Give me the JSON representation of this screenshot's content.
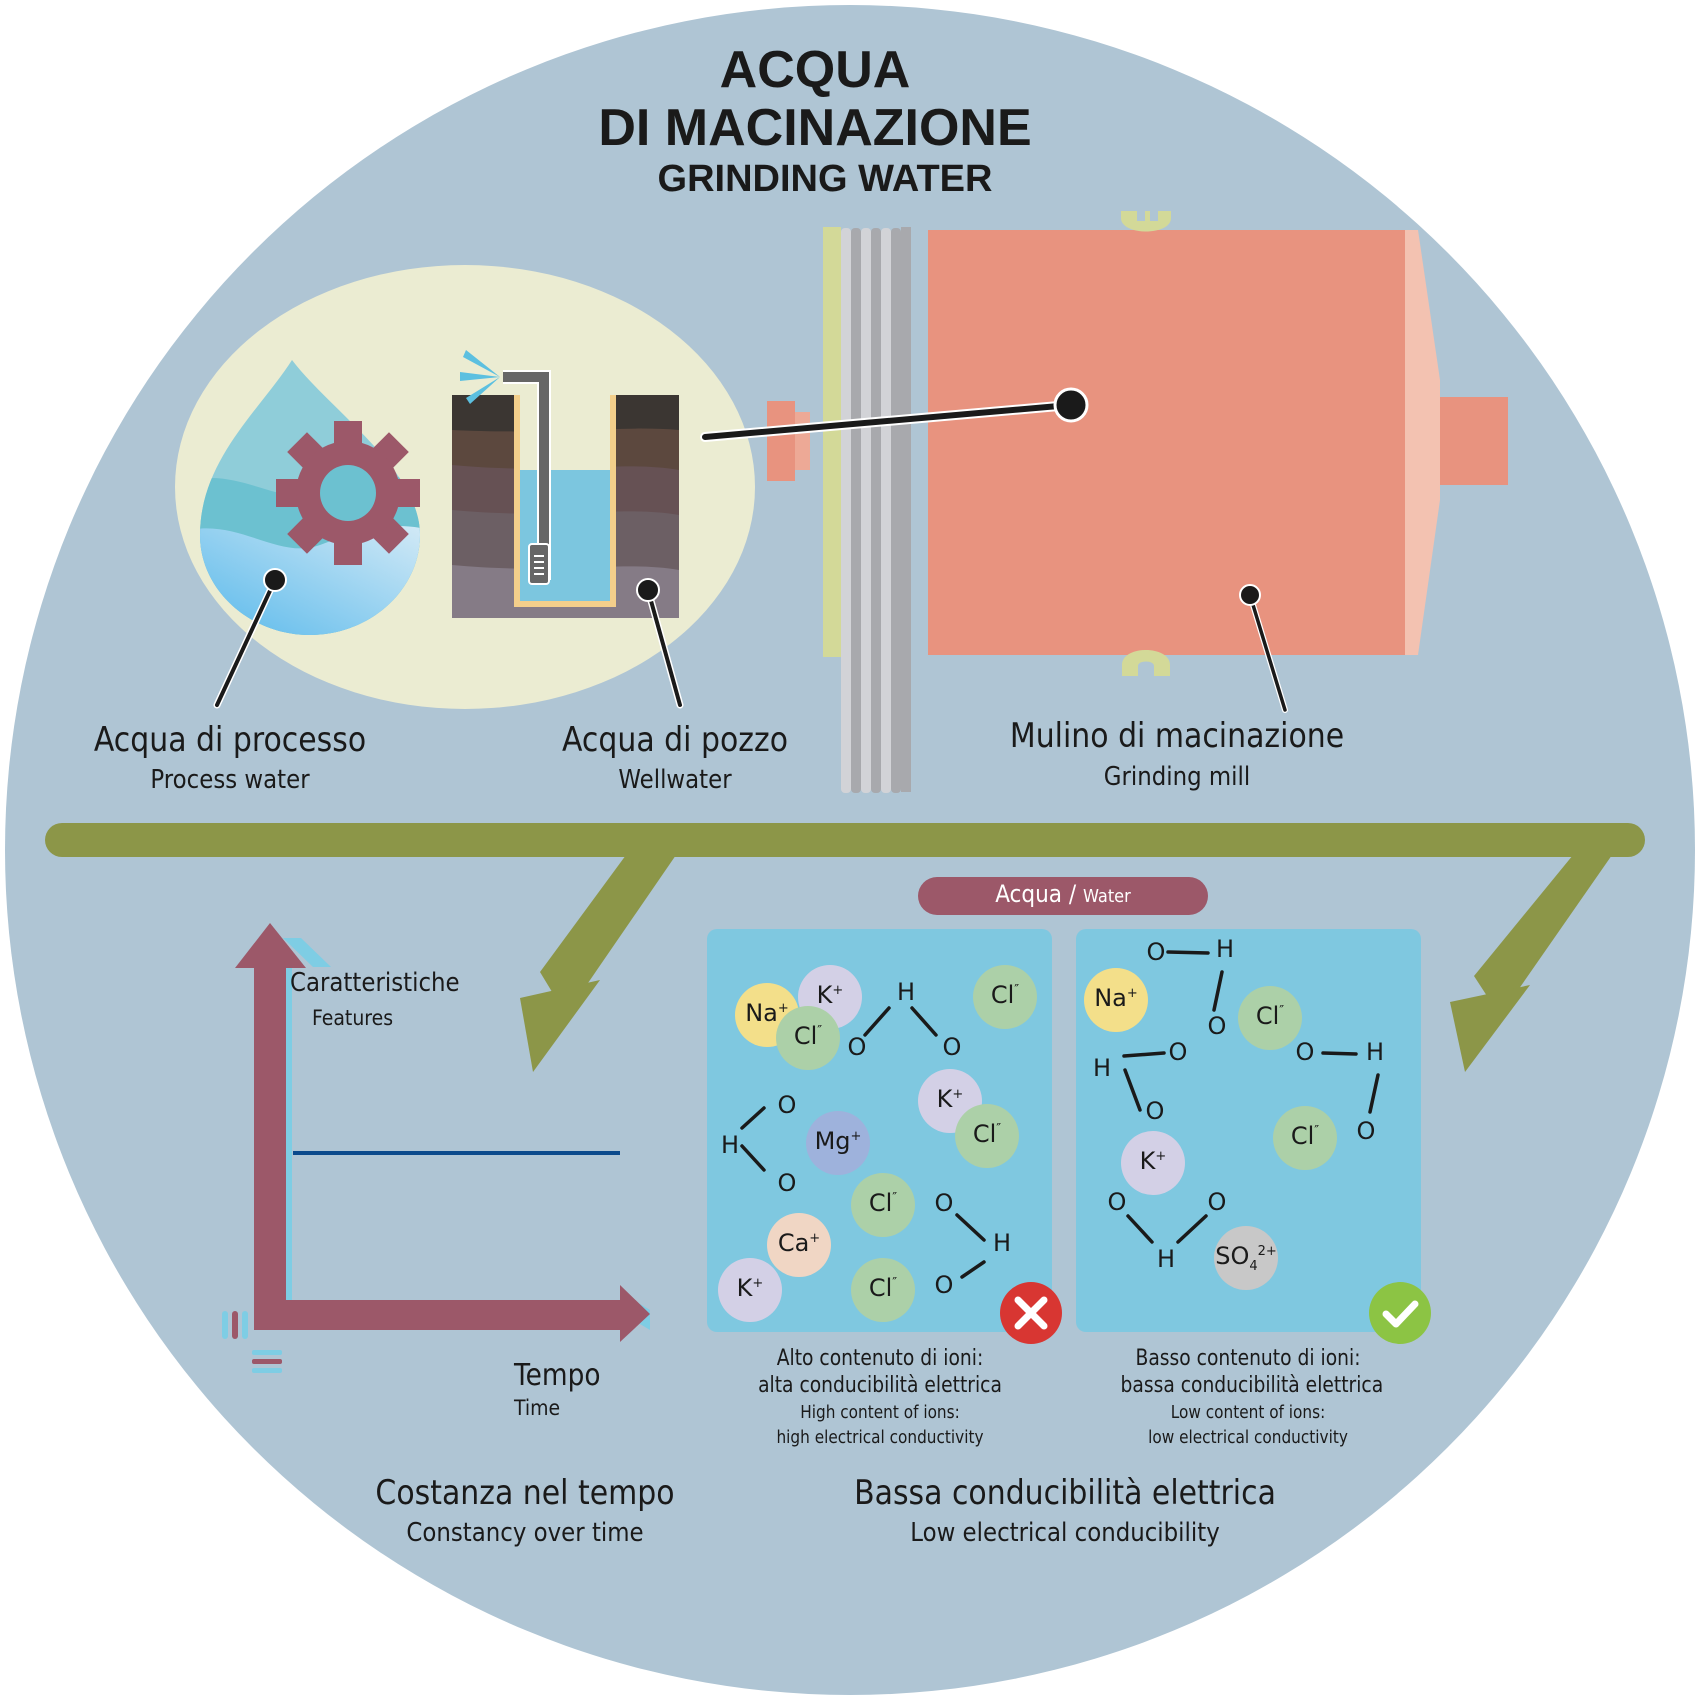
{
  "title": {
    "line1": "ACQUA",
    "line2": "DI MACINAZIONE",
    "subtitle": "GRINDING WATER"
  },
  "top_labels": {
    "process_water": {
      "it": "Acqua di processo",
      "en": "Process water"
    },
    "well_water": {
      "it": "Acqua di pozzo",
      "en": "Wellwater"
    },
    "grinding_mill": {
      "it": "Mulino di macinazione",
      "en": "Grinding mill"
    }
  },
  "constancy_chart": {
    "y_axis": {
      "it": "Caratteristiche",
      "en": "Features"
    },
    "x_axis": {
      "it": "Tempo",
      "en": "Time"
    },
    "heading": {
      "it": "Costanza nel tempo",
      "en": "Constancy over time"
    }
  },
  "water_comparison": {
    "badge": {
      "it": "Acqua",
      "separator": " / ",
      "en": "Water"
    },
    "heading": {
      "it": "Bassa conducibilità elettrica",
      "en": "Low electrical conducibility"
    },
    "panels": [
      {
        "status": "bad",
        "status_icon": "x-icon",
        "caption_it_1": "Alto contenuto di ioni:",
        "caption_it_2": "alta conducibilità elettrica",
        "caption_en_1": "High content of ions:",
        "caption_en_2": "high electrical conductivity",
        "ions": [
          {
            "symbol": "Na",
            "charge": "+",
            "type": "na"
          },
          {
            "symbol": "K",
            "charge": "+",
            "type": "k"
          },
          {
            "symbol": "Cl",
            "charge": "″",
            "type": "cl"
          },
          {
            "symbol": "Cl",
            "charge": "″",
            "type": "cl"
          },
          {
            "symbol": "K",
            "charge": "+",
            "type": "k"
          },
          {
            "symbol": "Cl",
            "charge": "″",
            "type": "cl"
          },
          {
            "symbol": "Mg",
            "charge": "+",
            "type": "mg"
          },
          {
            "symbol": "Cl",
            "charge": "″",
            "type": "cl"
          },
          {
            "symbol": "Ca",
            "charge": "+",
            "type": "ca"
          },
          {
            "symbol": "K",
            "charge": "+",
            "type": "k"
          },
          {
            "symbol": "Cl",
            "charge": "″",
            "type": "cl"
          }
        ],
        "molecule_atoms": [
          "H",
          "O",
          "O",
          "H",
          "O",
          "O",
          "O",
          "H",
          "O"
        ]
      },
      {
        "status": "good",
        "status_icon": "check-icon",
        "caption_it_1": "Basso contenuto di ioni:",
        "caption_it_2": "bassa conducibilità elettrica",
        "caption_en_1": "Low content of ions:",
        "caption_en_2": "low electrical conductivity",
        "ions": [
          {
            "symbol": "Na",
            "charge": "+",
            "type": "na"
          },
          {
            "symbol": "Cl",
            "charge": "″",
            "type": "cl"
          },
          {
            "symbol": "Cl",
            "charge": "″",
            "type": "cl"
          },
          {
            "symbol": "K",
            "charge": "+",
            "type": "k"
          },
          {
            "symbol": "SO",
            "charge": "2+",
            "sub": "4",
            "type": "so4"
          }
        ],
        "molecule_atoms": [
          "O",
          "H",
          "O",
          "H",
          "O",
          "O",
          "O",
          "H",
          "O",
          "O",
          "O",
          "H"
        ]
      }
    ]
  },
  "colors": {
    "background_circle": "#afc5d4",
    "cream_ellipse": "#ebecd2",
    "mill_body": "#e8937f",
    "mill_end": "#f3c2b1",
    "mill_clamp": "#d3d998",
    "bars_light": "#d2d3d7",
    "bars_dark": "#a8a9ad",
    "olive": "#8c9648",
    "maroon": "#9c5869",
    "water_panel": "#7fc8e0",
    "blue_line": "#0b4a8c",
    "accent_cyan": "#7ecde4",
    "ion_na": "#f3df8a",
    "ion_k": "#d3d0e6",
    "ion_cl": "#acd0a8",
    "ion_mg": "#9eb2dc",
    "ion_ca": "#f0d6c4",
    "ion_so4": "#c8c8c8",
    "bad": "#d83632",
    "good": "#8cc444"
  }
}
